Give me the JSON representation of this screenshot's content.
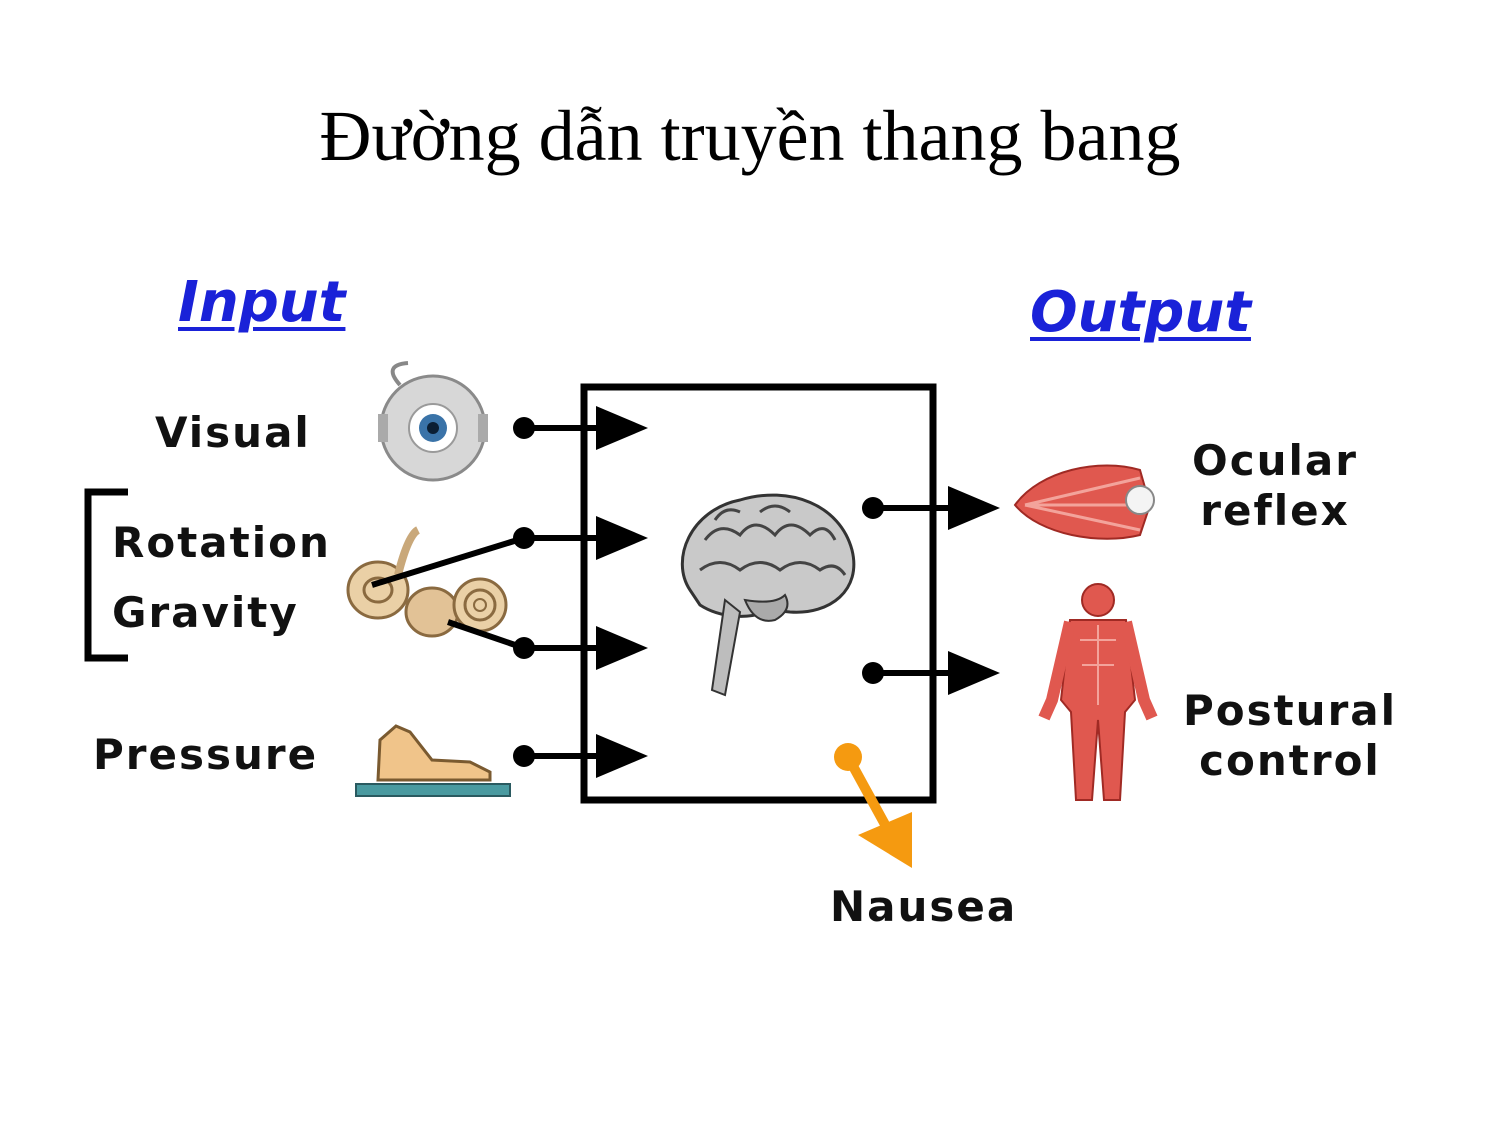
{
  "title": "Đường dẫn truyền thang bang",
  "input": {
    "heading": "Input",
    "labels": {
      "visual": "Visual",
      "rotation": "Rotation",
      "gravity": "Gravity",
      "pressure": "Pressure"
    }
  },
  "output": {
    "heading": "Output",
    "labels": {
      "ocular_line1": "Ocular",
      "ocular_line2": "reflex",
      "postural_line1": "Postural",
      "postural_line2": "control",
      "nausea": "Nausea"
    }
  },
  "colors": {
    "heading": "#1a22d8",
    "nausea_arrow": "#f59a10",
    "muscle": "#e0584f",
    "base_plate": "#4a9aa0"
  },
  "icons": [
    "eye-icon",
    "inner-ear-icon",
    "foot-icon",
    "brain-icon",
    "eye-muscle-icon",
    "human-muscle-icon"
  ]
}
